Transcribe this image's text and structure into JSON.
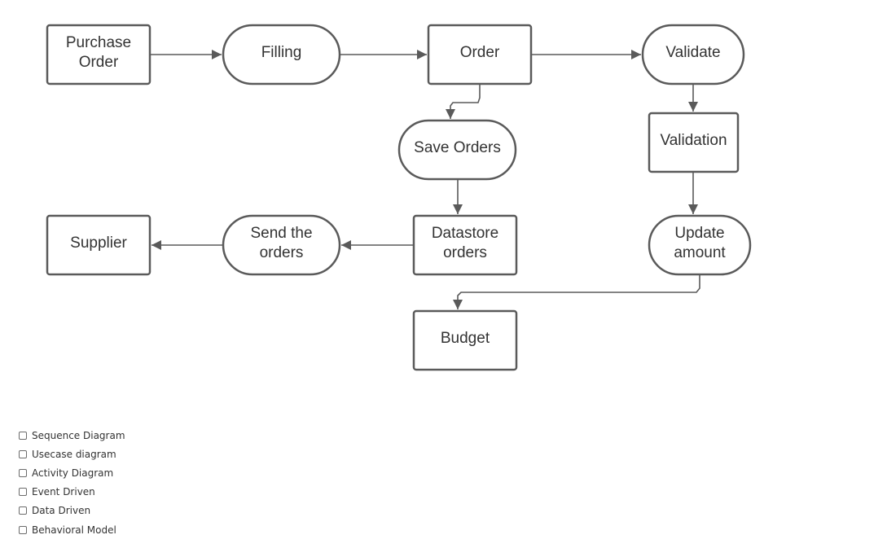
{
  "diagram": {
    "nodes": [
      {
        "id": "purchase-order",
        "shape": "rect",
        "lines": [
          "Purchase",
          "Order"
        ]
      },
      {
        "id": "filling",
        "shape": "rounded",
        "lines": [
          "Filling"
        ]
      },
      {
        "id": "order",
        "shape": "rect",
        "lines": [
          "Order"
        ]
      },
      {
        "id": "validate",
        "shape": "rounded",
        "lines": [
          "Validate"
        ]
      },
      {
        "id": "save-orders",
        "shape": "rounded",
        "lines": [
          "Save Orders"
        ]
      },
      {
        "id": "validation",
        "shape": "rect",
        "lines": [
          "Validation"
        ]
      },
      {
        "id": "supplier",
        "shape": "rect",
        "lines": [
          "Supplier"
        ]
      },
      {
        "id": "send-the-orders",
        "shape": "rounded",
        "lines": [
          "Send the",
          "orders"
        ]
      },
      {
        "id": "datastore-orders",
        "shape": "rect",
        "lines": [
          "Datastore",
          "orders"
        ]
      },
      {
        "id": "update-amount",
        "shape": "rounded",
        "lines": [
          "Update",
          "amount"
        ]
      },
      {
        "id": "budget",
        "shape": "rect",
        "lines": [
          "Budget"
        ]
      }
    ],
    "edges": [
      {
        "from": "purchase-order",
        "to": "filling"
      },
      {
        "from": "filling",
        "to": "order"
      },
      {
        "from": "order",
        "to": "validate"
      },
      {
        "from": "order",
        "to": "save-orders"
      },
      {
        "from": "validate",
        "to": "validation"
      },
      {
        "from": "save-orders",
        "to": "datastore-orders"
      },
      {
        "from": "validation",
        "to": "update-amount"
      },
      {
        "from": "datastore-orders",
        "to": "send-the-orders"
      },
      {
        "from": "send-the-orders",
        "to": "supplier"
      },
      {
        "from": "update-amount",
        "to": "budget"
      }
    ]
  },
  "options": [
    {
      "label": "Sequence Diagram",
      "checked": false
    },
    {
      "label": "Usecase diagram",
      "checked": false
    },
    {
      "label": "Activity Diagram",
      "checked": false
    },
    {
      "label": "Event Driven",
      "checked": false
    },
    {
      "label": "Data Driven",
      "checked": false
    },
    {
      "label": "Behavioral Model",
      "checked": false
    }
  ]
}
